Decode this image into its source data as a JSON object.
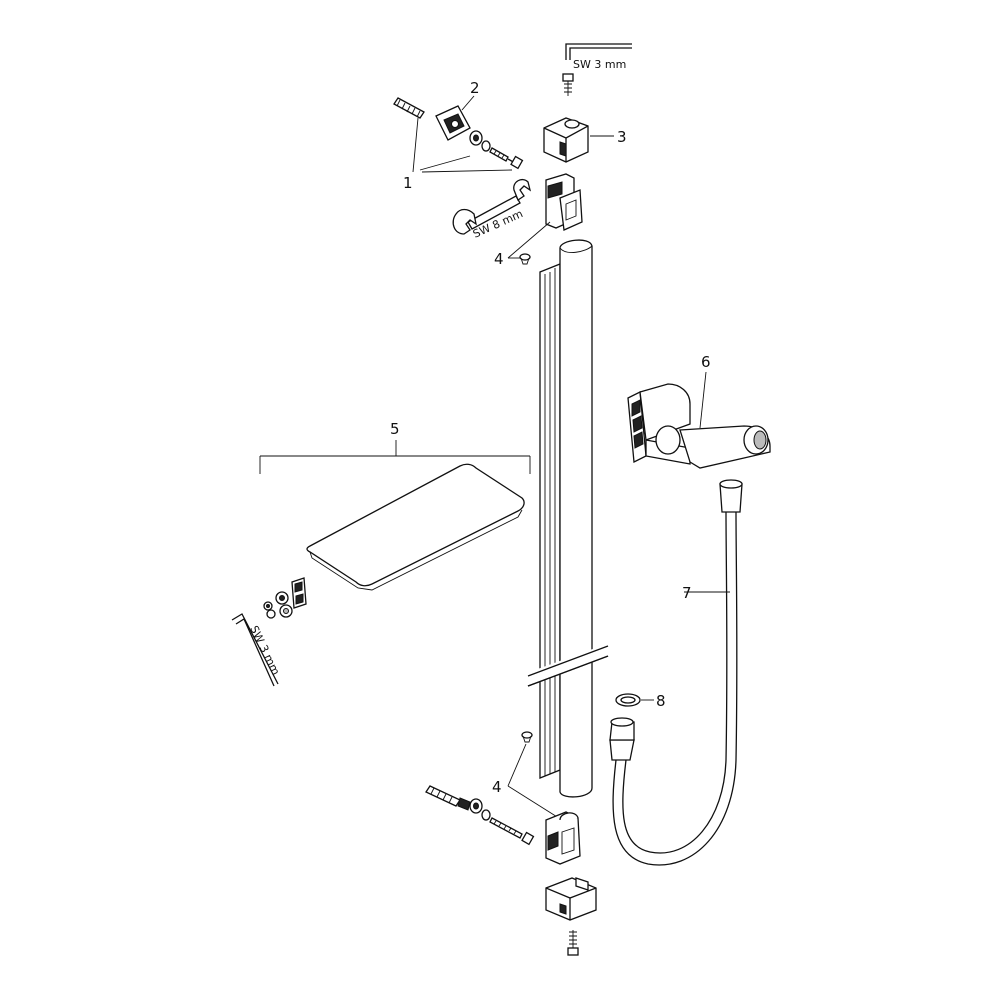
{
  "diagram": {
    "callouts": {
      "c1": "1",
      "c2": "2",
      "c3": "3",
      "c4a": "4",
      "c4b": "4",
      "c5": "5",
      "c6": "6",
      "c7": "7",
      "c8": "8"
    },
    "tool_labels": {
      "hex_key_top": "SW 3 mm",
      "wrench": "SW 8 mm",
      "hex_key_left": "SW 3 mm"
    },
    "colors": {
      "line": "#111111",
      "background": "#ffffff",
      "dark_fill": "#222222"
    }
  }
}
